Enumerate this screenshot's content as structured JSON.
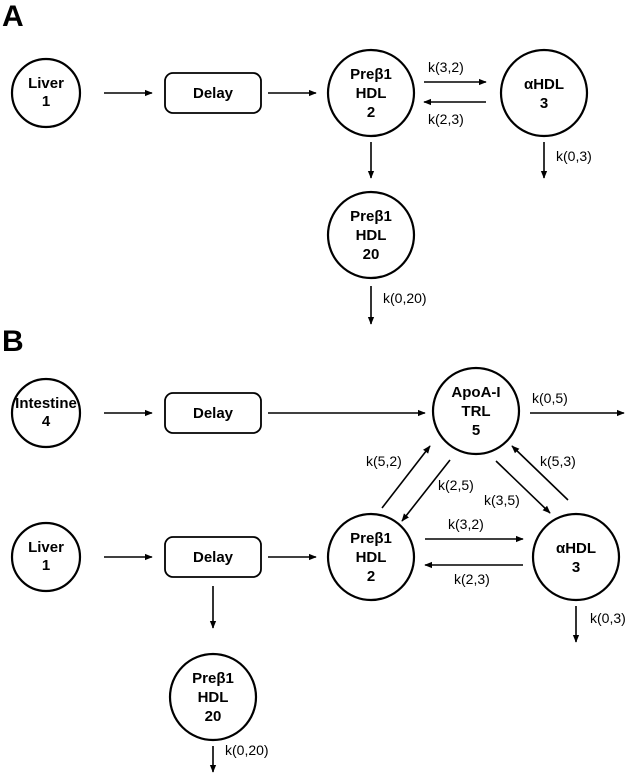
{
  "panels": {
    "A": {
      "letter": "A",
      "nodes": {
        "liver": [
          "Liver",
          "1"
        ],
        "delay": [
          "Delay"
        ],
        "prebeta_hdl": [
          "Preβ1",
          "HDL",
          "2"
        ],
        "alpha_hdl": [
          "αHDL",
          "3"
        ],
        "prebeta_hdl_20": [
          "Preβ1",
          "HDL",
          "20"
        ]
      },
      "rates": {
        "k32": "k(3,2)",
        "k23": "k(2,3)",
        "k03": "k(0,3)",
        "k020": "k(0,20)"
      }
    },
    "B": {
      "letter": "B",
      "nodes": {
        "intestine": [
          "Intestine",
          "4"
        ],
        "delay_intestine": [
          "Delay"
        ],
        "apoa_trl": [
          "ApoA-I",
          "TRL",
          "5"
        ],
        "liver": [
          "Liver",
          "1"
        ],
        "delay_liver": [
          "Delay"
        ],
        "prebeta_hdl": [
          "Preβ1",
          "HDL",
          "2"
        ],
        "alpha_hdl": [
          "αHDL",
          "3"
        ],
        "prebeta_hdl_20": [
          "Preβ1",
          "HDL",
          "20"
        ]
      },
      "rates": {
        "k05": "k(0,5)",
        "k52": "k(5,2)",
        "k25": "k(2,5)",
        "k53": "k(5,3)",
        "k35": "k(3,5)",
        "k32": "k(3,2)",
        "k23": "k(2,3)",
        "k03": "k(0,3)",
        "k020": "k(0,20)"
      }
    }
  },
  "colors": {
    "stroke": "#000000",
    "background": "#ffffff"
  }
}
